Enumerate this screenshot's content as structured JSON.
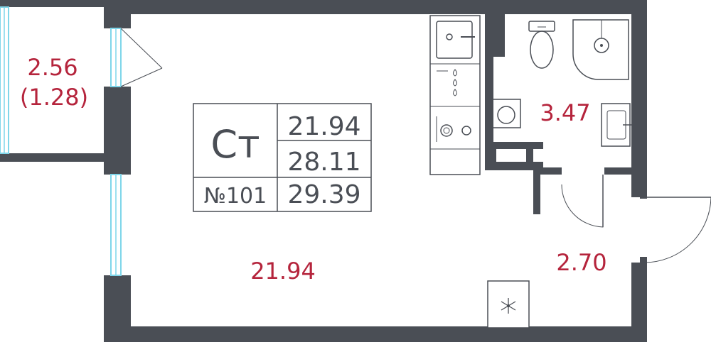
{
  "colors": {
    "wall": "#4a4e55",
    "area_text": "#b5243c",
    "window_glass": "#7fd6ea",
    "fixture_line": "#4a4e55"
  },
  "rooms": {
    "balcony_area": "2.56",
    "balcony_area_reduced": "(1.28)",
    "bathroom_area": "3.47",
    "hall_area": "2.70",
    "living_area": "21.94"
  },
  "info_table": {
    "type_code": "Ст",
    "living_area": "21.94",
    "total_area": "28.11",
    "apartment_number": "№101",
    "total_area_with_balcony": "29.39"
  },
  "icons": {
    "fridge": "snowflake-icon",
    "sink_kitchen": "kitchen-sink-icon",
    "stove": "stove-icon",
    "toilet": "toilet-icon",
    "shower": "shower-icon",
    "washbasin": "washbasin-icon",
    "washing_machine": "washing-machine-icon"
  }
}
